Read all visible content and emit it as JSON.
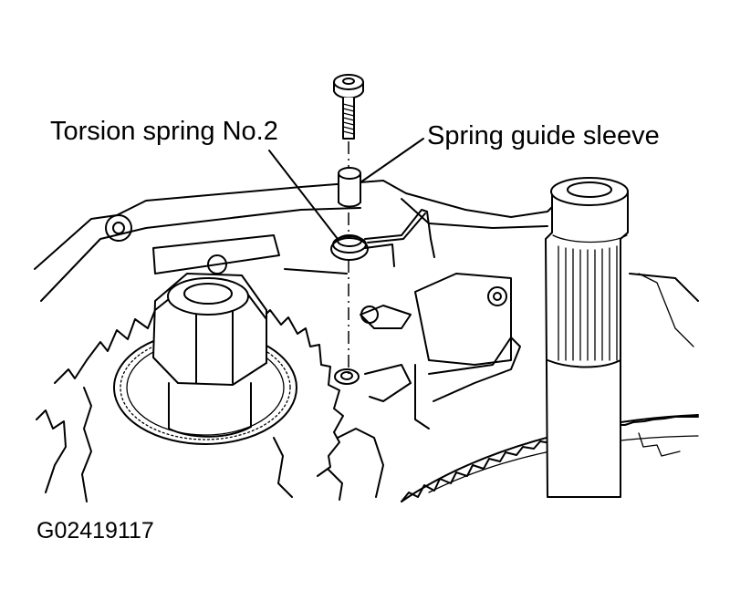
{
  "labels": {
    "torsion_spring": "Torsion spring No.2",
    "spring_guide_sleeve": "Spring guide sleeve",
    "figure_code": "G02419117"
  },
  "colors": {
    "line": "#000000",
    "background": "#ffffff"
  }
}
